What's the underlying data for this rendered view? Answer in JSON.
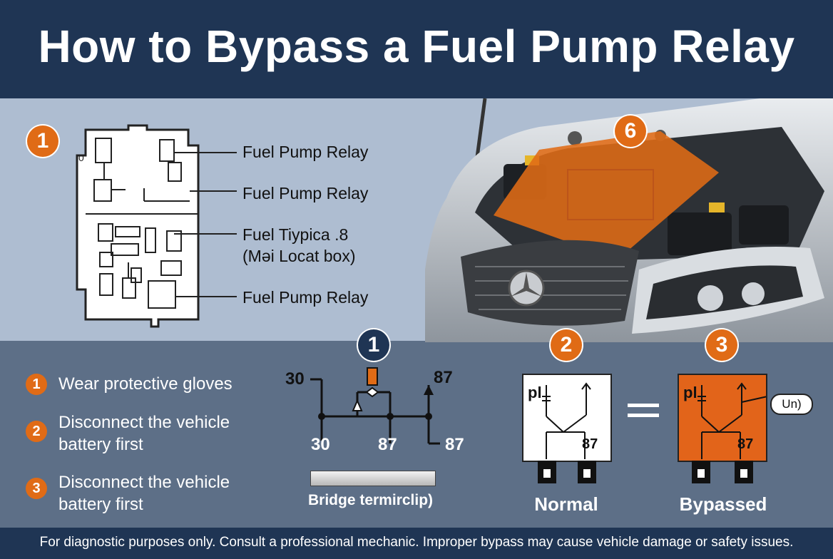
{
  "header": {
    "title": "How to Bypass a Fuel Pump Relay"
  },
  "fusebox_section": {
    "badge": "1",
    "callouts": [
      "Fuel Pump Relay",
      "Fuel Pump Relay",
      "Fuel Tiypica .8",
      "(Məi Locat box)",
      "Fuel Pump Relay"
    ]
  },
  "engine_section": {
    "badge": "6"
  },
  "steps": [
    {
      "number": "1",
      "text": "Wear protective gloves"
    },
    {
      "number": "2",
      "text": "Disconnect the vehicle battery first"
    },
    {
      "number": "3",
      "text": "Disconnect the vehicle battery first"
    }
  ],
  "wiring": {
    "badge": "1",
    "labels": {
      "top_left": "30",
      "top_right": "87",
      "bottom_left": "30",
      "bottom_mid": "87",
      "bottom_right": "87"
    },
    "bridge_label": "Bridge termirclip)"
  },
  "relays": [
    {
      "badge": "2",
      "pl_label": "pl",
      "pin_label": "87",
      "caption": "Normal",
      "fill": "#ffffff"
    },
    {
      "badge": "3",
      "pl_label": "pl",
      "pin_label": "87",
      "caption": "Bypassed",
      "fill": "#e2641a",
      "tag": "Un)"
    }
  ],
  "footer": {
    "disclaimer": "For diagnostic purposes only. Consult a professional mechanic. Improper bypass may cause vehicle damage or safety issues."
  },
  "colors": {
    "navy": "#1f3554",
    "orange": "#e06b16",
    "light_panel": "#aebdd1",
    "mid_panel": "#5d6f87"
  }
}
